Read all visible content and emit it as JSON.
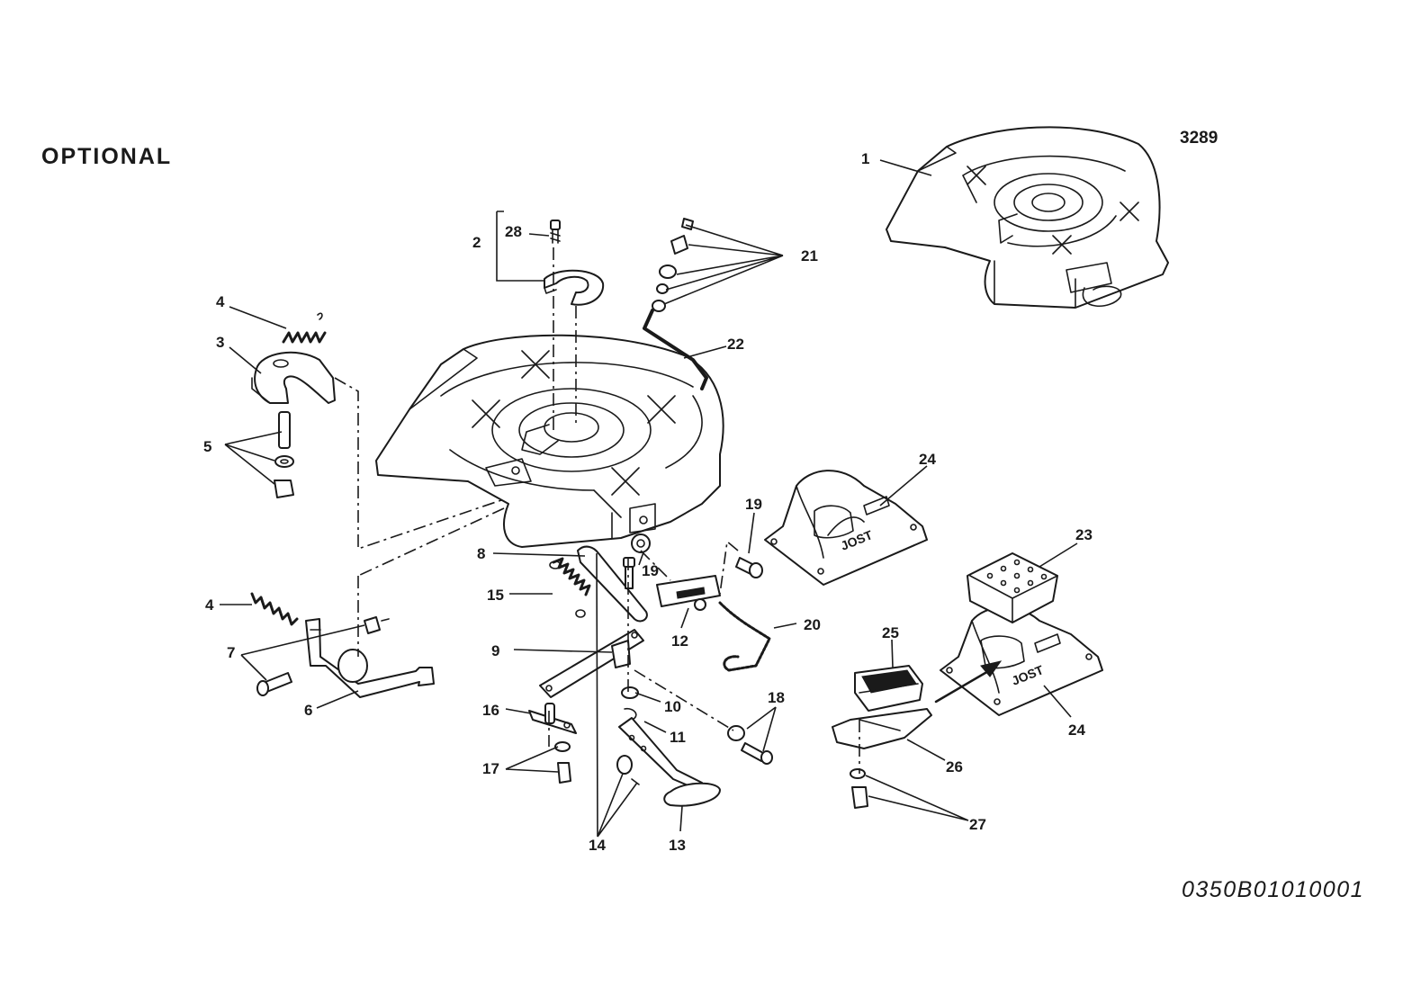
{
  "heading": "OPTIONAL",
  "figure_number": "3289",
  "document_reference": "0350B01010001",
  "brand_marking": "JOST",
  "callouts": [
    "1",
    "2",
    "3",
    "4",
    "4",
    "5",
    "6",
    "7",
    "8",
    "9",
    "10",
    "11",
    "12",
    "13",
    "14",
    "15",
    "16",
    "17",
    "18",
    "19",
    "19",
    "20",
    "21",
    "22",
    "23",
    "24",
    "24",
    "25",
    "26",
    "27",
    "28"
  ]
}
